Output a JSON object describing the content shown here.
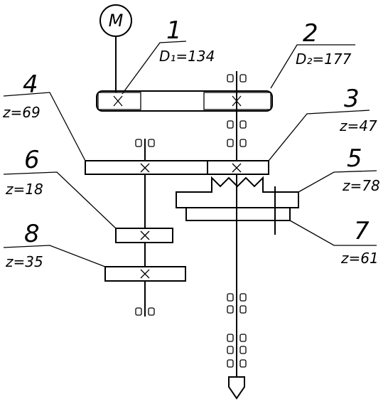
{
  "motor_label": "M",
  "elements": [
    {
      "id": "1",
      "param": "D₁=134"
    },
    {
      "id": "2",
      "param": "D₂=177"
    },
    {
      "id": "3",
      "param": "z=47"
    },
    {
      "id": "4",
      "param": "z=69"
    },
    {
      "id": "5",
      "param": "z=78"
    },
    {
      "id": "6",
      "param": "z=18"
    },
    {
      "id": "7",
      "param": "z=61"
    },
    {
      "id": "8",
      "param": "z=35"
    }
  ]
}
